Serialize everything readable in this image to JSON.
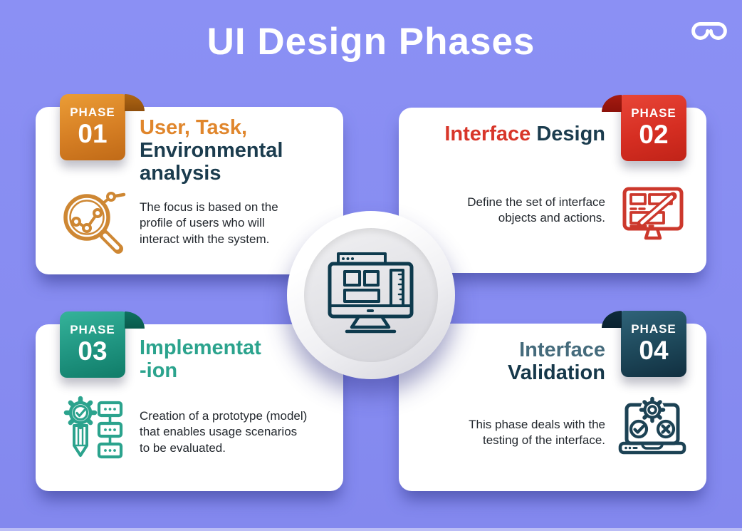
{
  "header": {
    "title": "UI Design Phases",
    "logo": "geeksforgeeks-logo"
  },
  "palette": {
    "background": "#8A8FF3",
    "card": "#FFFFFF",
    "heading_navy": "#1B3C4E",
    "body_text": "#23282E",
    "phase1_accent": "#E0862C",
    "phase2_accent": "#D8362A",
    "phase3_accent": "#2BA38D",
    "phase4_accent_light": "#456B7C",
    "phase4_accent_dark": "#16384A",
    "medallion_gray": "#D9D9DE",
    "title_color": "#FFFFFF"
  },
  "center": {
    "icon": "monitor-wireframe-icon"
  },
  "phases": [
    {
      "badge_label": "PHASE",
      "badge_number": "01",
      "heading_accent": "User, Task,",
      "heading_main": "Environmental analysis",
      "description": "The focus is based on the profile of users who will interact with the system.",
      "icon": "magnifier-analytics-icon"
    },
    {
      "badge_label": "PHASE",
      "badge_number": "02",
      "heading_accent": "Interface",
      "heading_main": "Design",
      "description": "Define the set of interface objects and actions.",
      "icon": "monitor-sketch-pencil-icon"
    },
    {
      "badge_label": "PHASE",
      "badge_number": "03",
      "heading_accent": "Implementat",
      "heading_main": "-ion",
      "description": "Creation of a prototype (model) that enables usage scenarios to be evaluated.",
      "icon": "gear-pencil-flowchart-icon"
    },
    {
      "badge_label": "PHASE",
      "badge_number": "04",
      "heading_accent": "Interface",
      "heading_main": "Validation",
      "description": "This phase deals with the testing of the interface.",
      "icon": "laptop-test-check-icon"
    }
  ]
}
